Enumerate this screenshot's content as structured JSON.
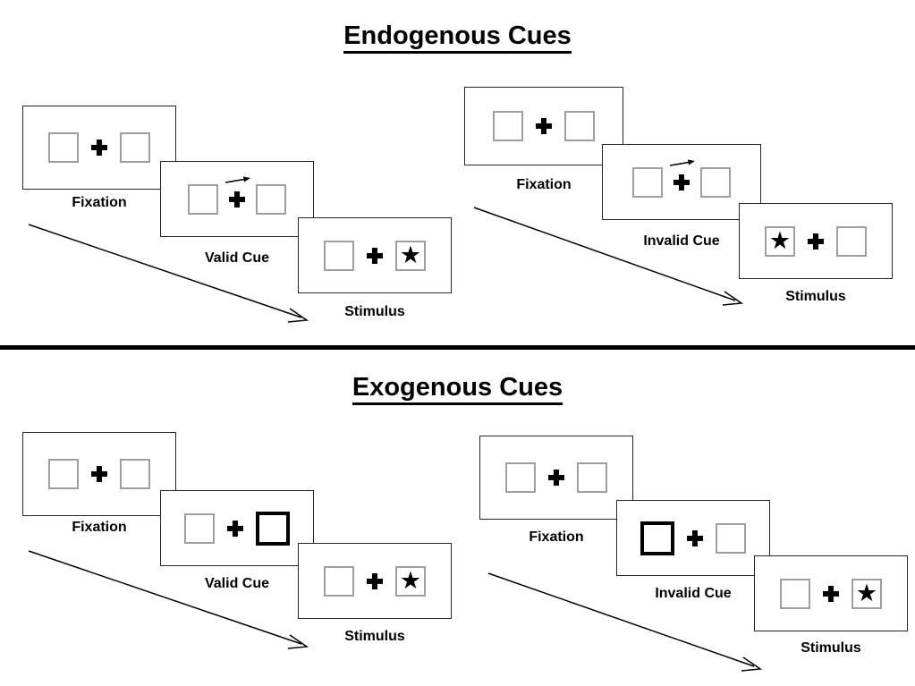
{
  "figure": {
    "title_top": "Endogenous Cues",
    "title_bottom": "Exogenous Cues",
    "background_color": "#ffffff",
    "ink_color": "#000000",
    "box_outline_color": "#9e9e9e",
    "panel_outline_color": "#262626"
  },
  "sections": [
    {
      "id": "endogenous",
      "title": "Endogenous Cues",
      "columns": [
        {
          "id": "endogenous-valid",
          "frames": [
            {
              "caption": "Fixation",
              "left_box": "empty",
              "right_box": "empty",
              "cue": "none",
              "stimulus_side": "none"
            },
            {
              "caption": "Valid Cue",
              "left_box": "empty",
              "right_box": "empty",
              "cue": "arrow-right",
              "stimulus_side": "none"
            },
            {
              "caption": "Stimulus",
              "left_box": "empty",
              "right_box": "star",
              "cue": "none",
              "stimulus_side": "right"
            }
          ]
        },
        {
          "id": "endogenous-invalid",
          "frames": [
            {
              "caption": "Fixation",
              "left_box": "empty",
              "right_box": "empty",
              "cue": "none",
              "stimulus_side": "none"
            },
            {
              "caption": "Invalid Cue",
              "left_box": "empty",
              "right_box": "empty",
              "cue": "arrow-right",
              "stimulus_side": "none"
            },
            {
              "caption": "Stimulus",
              "left_box": "star",
              "right_box": "empty",
              "cue": "none",
              "stimulus_side": "left"
            }
          ]
        }
      ]
    },
    {
      "id": "exogenous",
      "title": "Exogenous Cues",
      "columns": [
        {
          "id": "exogenous-valid",
          "frames": [
            {
              "caption": "Fixation",
              "left_box": "empty",
              "right_box": "empty",
              "cue": "none",
              "stimulus_side": "none"
            },
            {
              "caption": "Valid Cue",
              "left_box": "empty",
              "right_box": "highlight",
              "cue": "box-flash-right",
              "stimulus_side": "none"
            },
            {
              "caption": "Stimulus",
              "left_box": "empty",
              "right_box": "star",
              "cue": "none",
              "stimulus_side": "right"
            }
          ]
        },
        {
          "id": "exogenous-invalid",
          "frames": [
            {
              "caption": "Fixation",
              "left_box": "empty",
              "right_box": "empty",
              "cue": "none",
              "stimulus_side": "none"
            },
            {
              "caption": "Invalid Cue",
              "left_box": "highlight",
              "right_box": "empty",
              "cue": "box-flash-left",
              "stimulus_side": "none"
            },
            {
              "caption": "Stimulus",
              "left_box": "empty",
              "right_box": "star",
              "cue": "none",
              "stimulus_side": "right"
            }
          ]
        }
      ]
    }
  ],
  "glyphs": {
    "star": "★",
    "fixation_cross": "plus-icon",
    "cue_arrow": "arrow-right-icon",
    "flow_arrow": "diagonal-arrow-icon"
  },
  "captions": {
    "fixation": "Fixation",
    "valid_cue": "Valid Cue",
    "invalid_cue": "Invalid Cue",
    "stimulus": "Stimulus"
  }
}
